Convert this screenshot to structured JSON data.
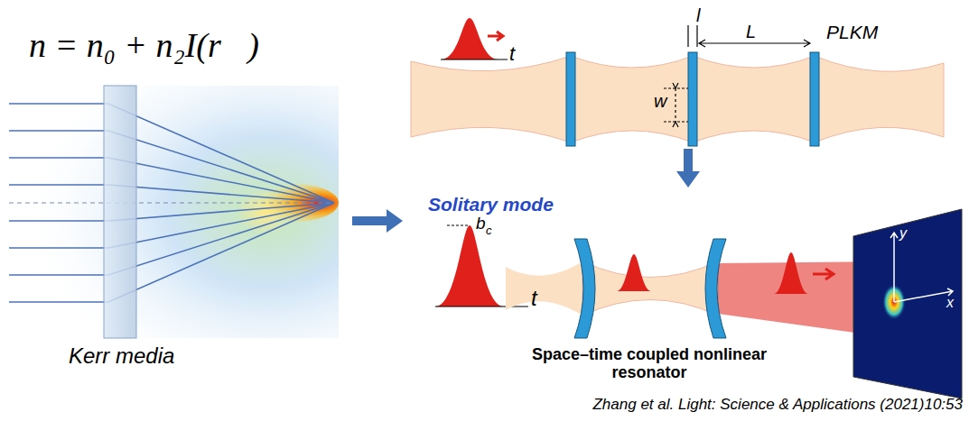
{
  "diagram": {
    "caption": "Zhang et al. Light: Science & Applications (2021)10:53",
    "labels": [
      "n = n₀ + n₂I(r⃗)",
      "Kerr media",
      "PLKM",
      "l",
      "L",
      "w",
      "t",
      "Solitary mode",
      "b",
      "c",
      "t",
      "Space–time coupled nonlinear resonator",
      "y",
      "x"
    ]
  }
}
